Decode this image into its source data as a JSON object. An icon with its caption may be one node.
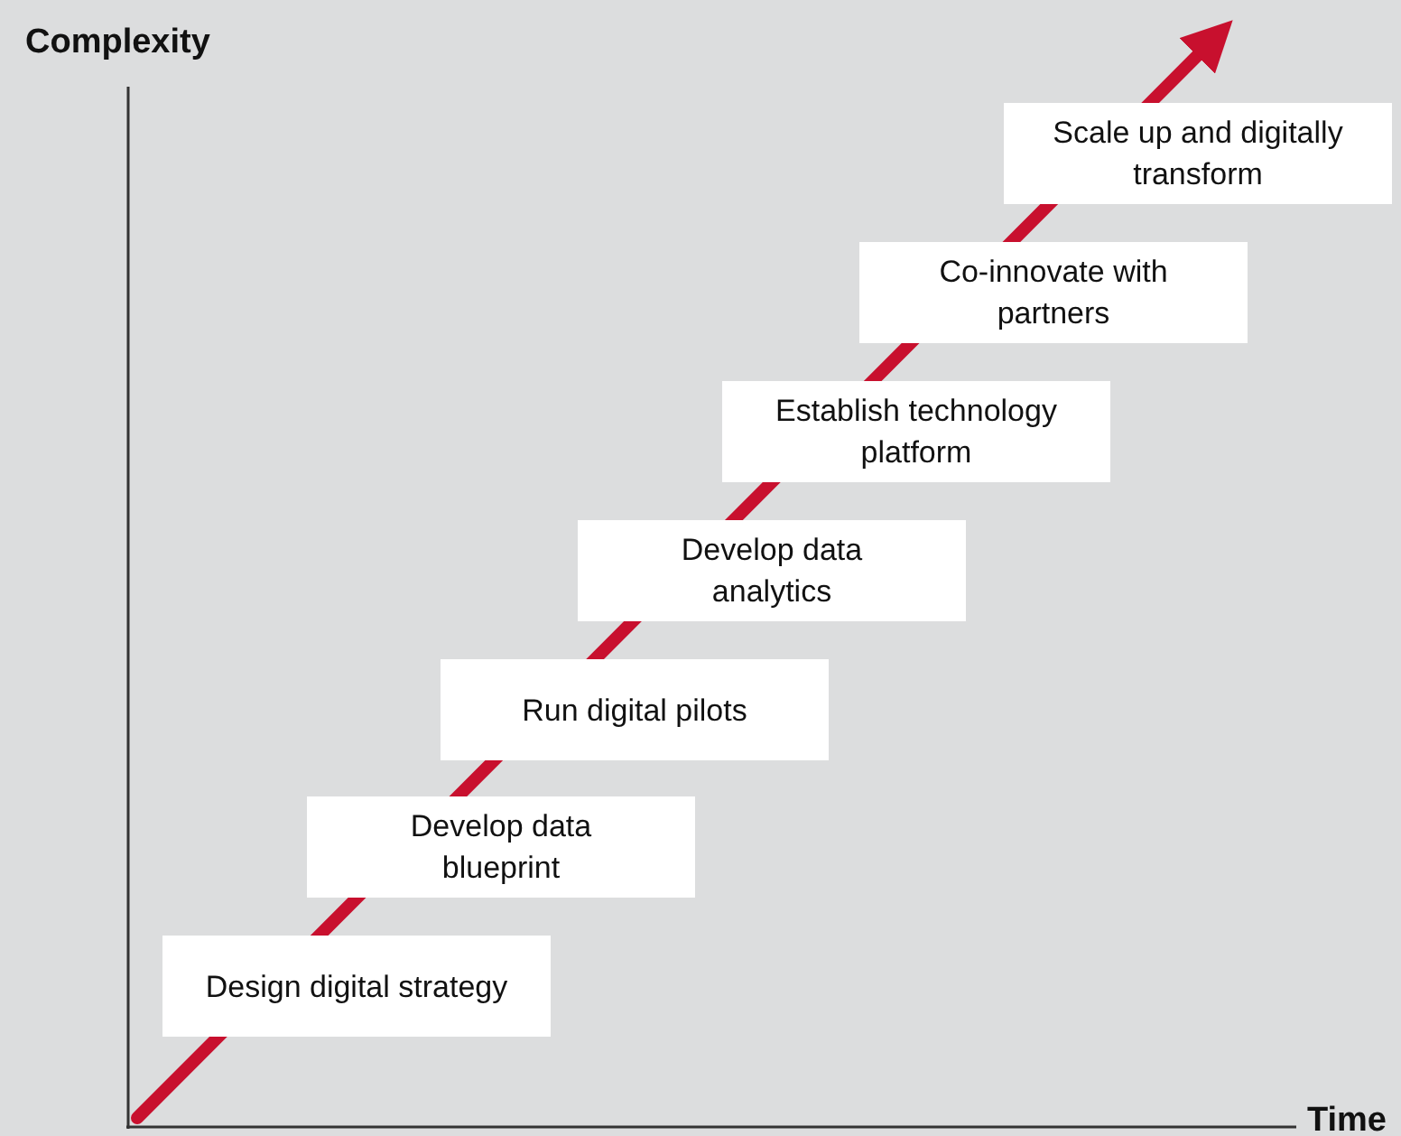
{
  "diagram": {
    "nodes": [
      {
        "text": [
          "Design digital strategy"
        ]
      },
      {
        "text": [
          "Develop data blueprint"
        ]
      },
      {
        "text": [
          "Run digital pilots"
        ]
      },
      {
        "text": [
          "Develop data analytics"
        ]
      },
      {
        "text": [
          "Establish technology platform"
        ]
      },
      {
        "text": [
          "Co-innovate with partners"
        ]
      },
      {
        "text": [
          "Scale up and digitally transform"
        ]
      }
    ],
    "labels": [
      "Complexity",
      "Time"
    ]
  }
}
